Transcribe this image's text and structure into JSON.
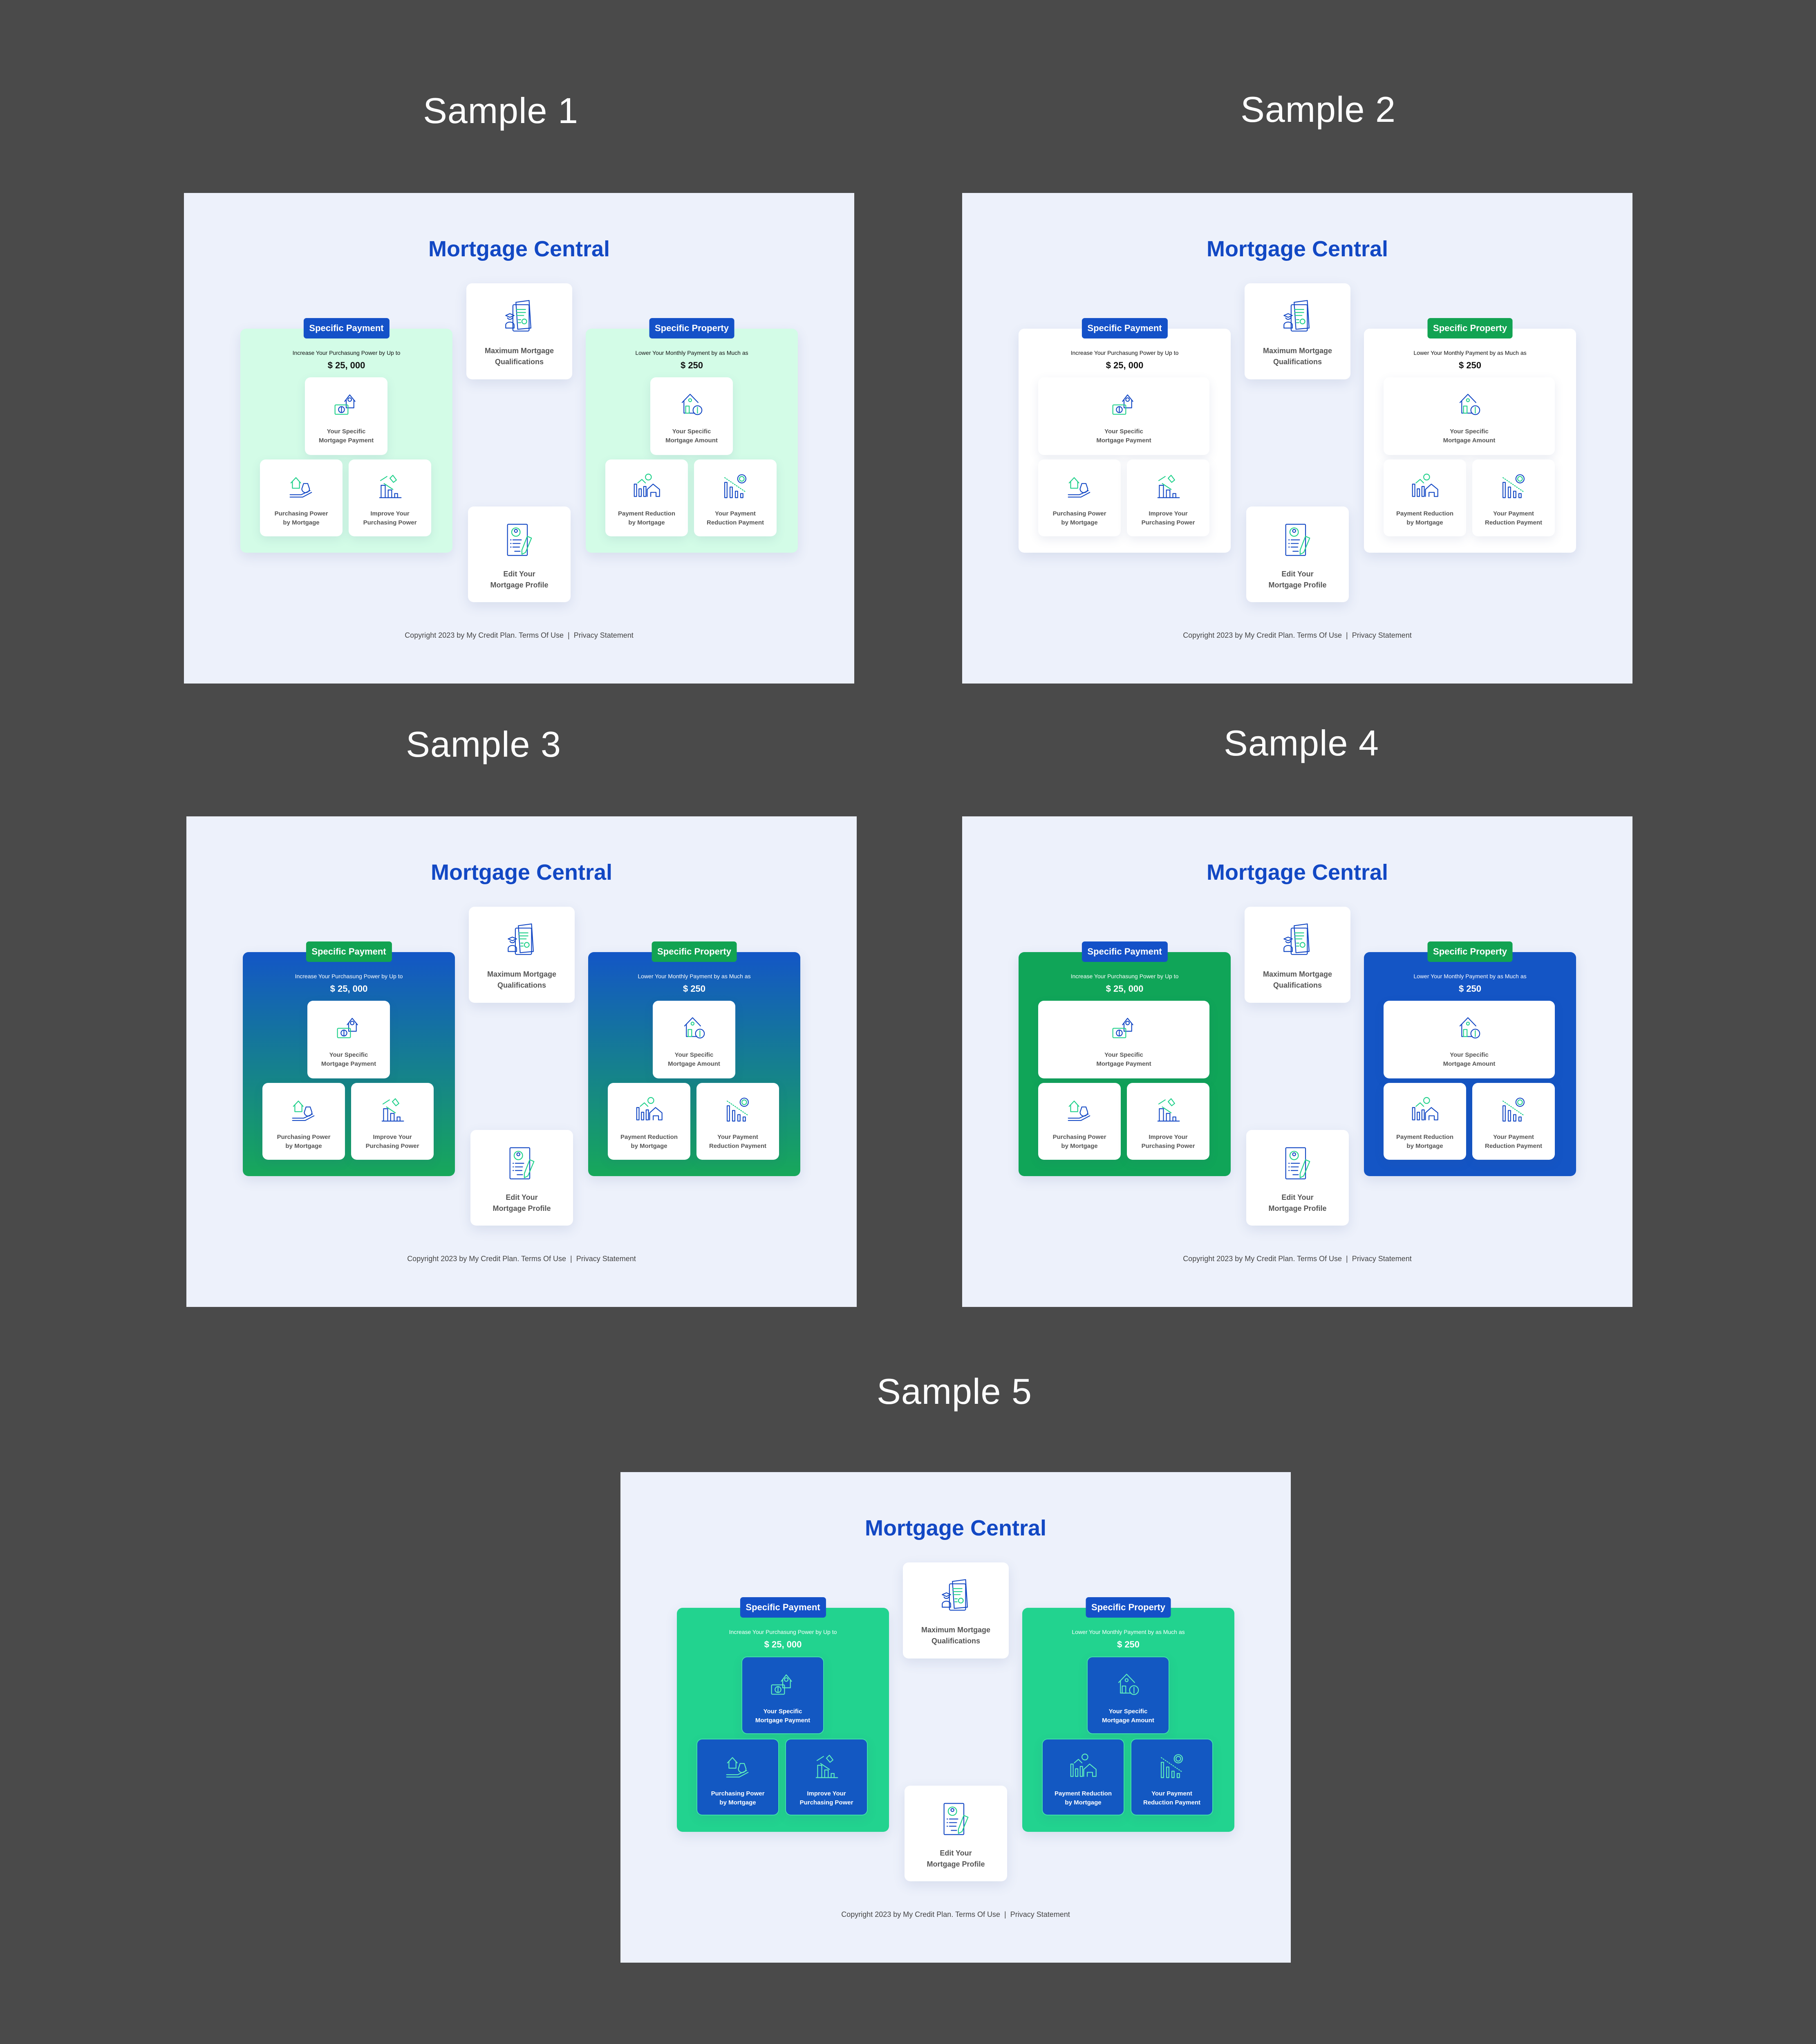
{
  "samples": [
    {
      "label": "Sample 1",
      "variant": "v1",
      "left_badge": "blue",
      "right_badge": "blue",
      "wide_top_card": false
    },
    {
      "label": "Sample 2",
      "variant": "v2",
      "left_badge": "blue",
      "right_badge": "green",
      "wide_top_card": true
    },
    {
      "label": "Sample 3",
      "variant": "v3",
      "left_badge": "green",
      "right_badge": "green",
      "wide_top_card": false
    },
    {
      "label": "Sample 4",
      "variant": "v4",
      "left_badge": "blue",
      "right_badge": "green",
      "wide_top_card": true
    },
    {
      "label": "Sample 5",
      "variant": "v5",
      "left_badge": "blue",
      "right_badge": "blue",
      "wide_top_card": false
    }
  ],
  "colors": {
    "brand_blue": "#1248c4",
    "badge_blue": "#1451c8",
    "badge_green": "#12a352",
    "mint": "#d3fce7",
    "green": "#22d38f",
    "background": "#edf1fb"
  },
  "content": {
    "title": "Mortgage Central",
    "left": {
      "badge": "Specific Payment",
      "subtitle": "Increase Your Purchasung Power by Up to",
      "amount": "$ 25, 000",
      "top_card": "Your Specific\nMortgage Payment",
      "card1": "Purchasing Power\nby Mortgage",
      "card2": "Improve Your\nPurchasing Power"
    },
    "right": {
      "badge": "Specific Property",
      "subtitle": "Lower Your Monthly Payment by as Much as",
      "amount": "$ 250",
      "top_card": "Your Specific\nMortgage Amount",
      "card1": "Payment Reduction\nby Mortgage",
      "card2": "Your Payment\nReduction Payment"
    },
    "center_top": "Maximum Mortgage\nQualifications",
    "center_bottom": "Edit Your\nMortgage Profile",
    "footer": {
      "copyright": "Copyright 2023 by My Credit Plan.",
      "terms": "Terms Of Use",
      "separator": "|",
      "privacy": "Privacy Statement"
    }
  }
}
